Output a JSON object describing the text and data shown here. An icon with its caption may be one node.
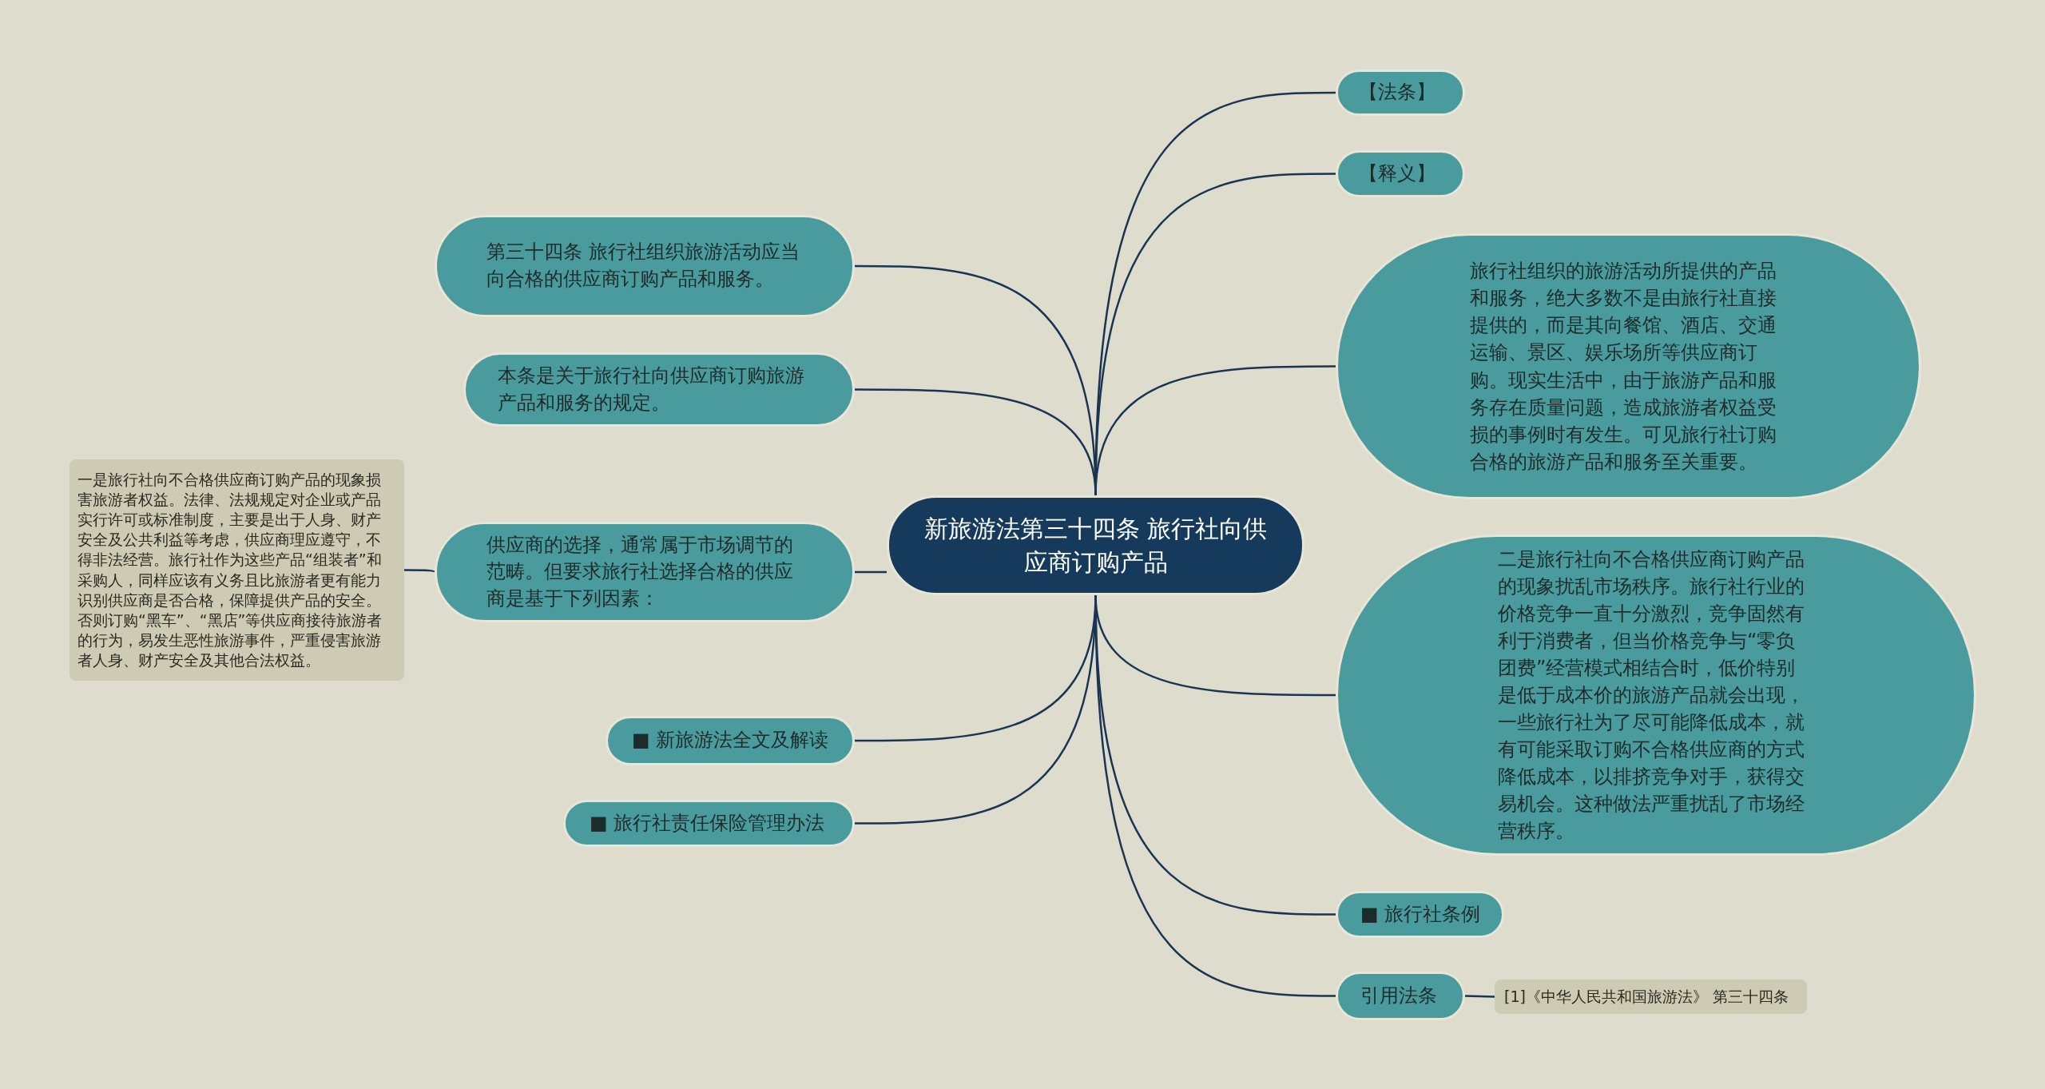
{
  "diagram": {
    "nodes": [
      {
        "text": [
          "新旅游法第三十四条 旅行社向供应商订购产品"
        ]
      },
      {
        "text": [
          "第三十四条 旅行社组织旅游活动应当向合格的供应商订购产品和服务。"
        ]
      },
      {
        "text": [
          "本条是关于旅行社向供应商订购旅游产品和服务的规定。"
        ]
      },
      {
        "text": [
          "供应商的选择，通常属于市场调节的范畴。但要求旅行社选择合格的供应商是基于下列因素："
        ]
      },
      {
        "text": [
          "一是旅行社向不合格供应商订购产品的现象损害旅游者权益。法律、法规规定对企业或产品实行许可或标准制度，主要是出于人身、财产安全及公共利益等考虑，供应商理应遵守，不得非法经营。旅行社作为这些产品“组装者”和采购人，同样应该有义务且比旅游者更有能力识别供应商是否合格，保障提供产品的安全。否则订购“黑车”、“黑店”等供应商接待旅游者的行为，易发生恶性旅游事件，严重侵害旅游者人身、财产安全及其他合法权益。"
        ]
      },
      {
        "text": [
          "■ 新旅游法全文及解读"
        ]
      },
      {
        "text": [
          "■ 旅行社责任保险管理办法"
        ]
      },
      {
        "text": [
          "【法条】"
        ]
      },
      {
        "text": [
          "【释义】"
        ]
      },
      {
        "text": [
          "旅行社组织的旅游活动所提供的产品和服务，绝大多数不是由旅行社直接提供的，而是其向餐馆、酒店、交通运输、景区、娱乐场所等供应商订购。现实生活中，由于旅游产品和服务存在质量问题，造成旅游者权益受损的事例时有发生。可见旅行社订购合格的旅游产品和服务至关重要。"
        ]
      },
      {
        "text": [
          "二是旅行社向不合格供应商订购产品的现象扰乱市场秩序。旅行社行业的价格竞争一直十分激烈，竞争固然有利于消费者，但当价格竞争与“零负团费”经营模式相结合时，低价特别是低于成本价的旅游产品就会出现，一些旅行社为了尽可能降低成本，就有可能采取订购不合格供应商的方式降低成本，以排挤竞争对手，获得交易机会。这种做法严重扰乱了市场经营秩序。"
        ]
      },
      {
        "text": [
          "■ 旅行社条例"
        ]
      },
      {
        "text": [
          "引用法条"
        ]
      },
      {
        "text": [
          "[1]《中华人民共和国旅游法》 第三十四条"
        ]
      }
    ],
    "edges": [
      {
        "from": 0,
        "to": 1,
        "arrow": "none"
      },
      {
        "from": 0,
        "to": 2,
        "arrow": "none"
      },
      {
        "from": 0,
        "to": 3,
        "arrow": "none"
      },
      {
        "from": 3,
        "to": 4,
        "arrow": "none"
      },
      {
        "from": 0,
        "to": 5,
        "arrow": "none"
      },
      {
        "from": 0,
        "to": 6,
        "arrow": "none"
      },
      {
        "from": 0,
        "to": 7,
        "arrow": "none"
      },
      {
        "from": 0,
        "to": 8,
        "arrow": "none"
      },
      {
        "from": 0,
        "to": 9,
        "arrow": "none"
      },
      {
        "from": 0,
        "to": 10,
        "arrow": "none"
      },
      {
        "from": 0,
        "to": 11,
        "arrow": "none"
      },
      {
        "from": 0,
        "to": 12,
        "arrow": "none"
      },
      {
        "from": 12,
        "to": 13,
        "arrow": "none"
      }
    ]
  }
}
